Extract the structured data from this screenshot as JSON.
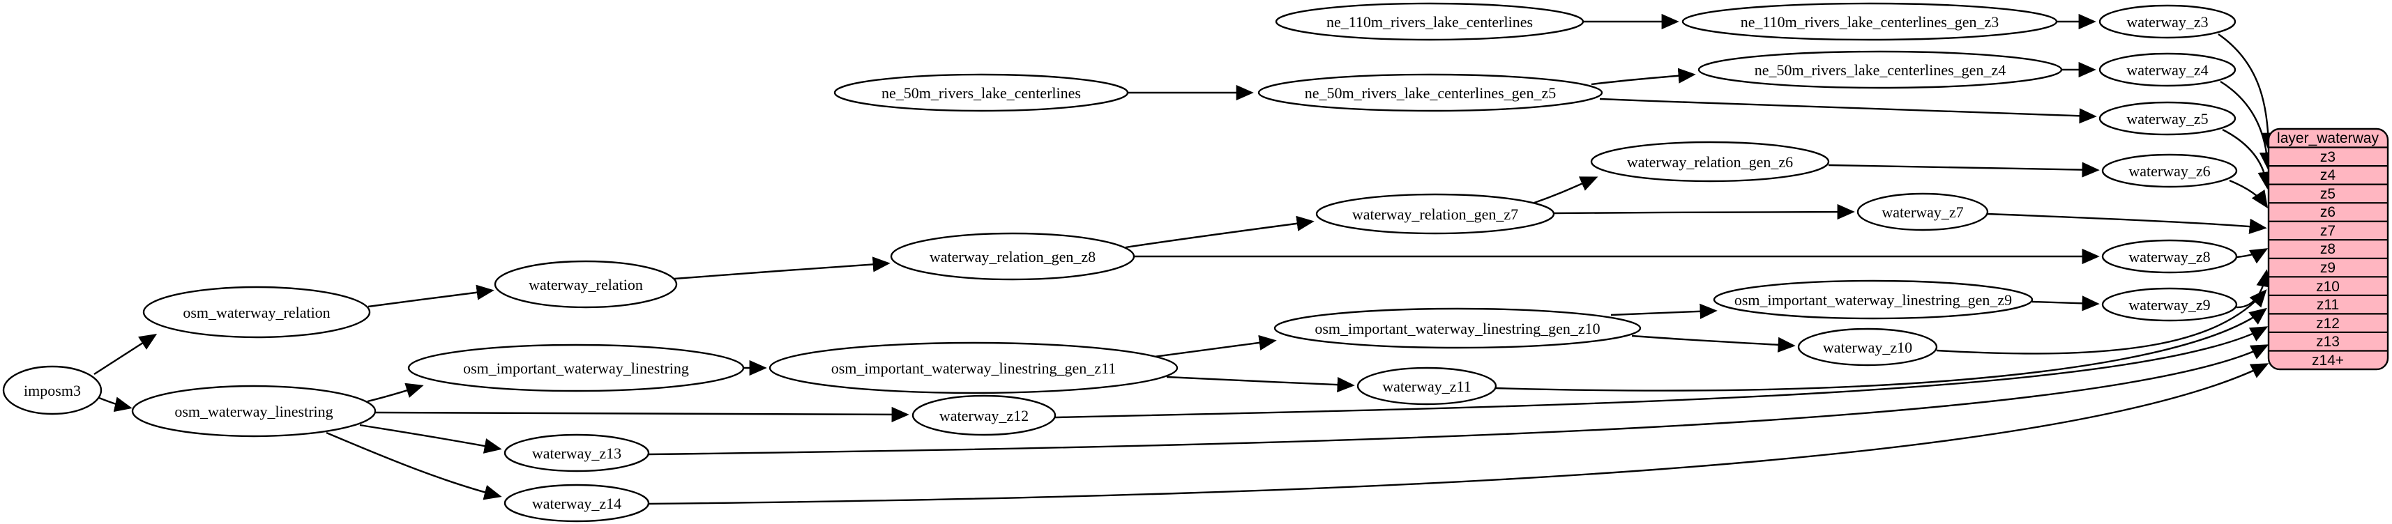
{
  "graph": {
    "nodes": {
      "imposm3": "imposm3",
      "osm_waterway_relation": "osm_waterway_relation",
      "osm_waterway_linestring": "osm_waterway_linestring",
      "waterway_relation": "waterway_relation",
      "osm_important_waterway_linestring": "osm_important_waterway_linestring",
      "waterway_relation_gen_z8": "waterway_relation_gen_z8",
      "waterway_relation_gen_z7": "waterway_relation_gen_z7",
      "waterway_relation_gen_z6": "waterway_relation_gen_z6",
      "osm_important_waterway_linestring_gen_z11": "osm_important_waterway_linestring_gen_z11",
      "osm_important_waterway_linestring_gen_z10": "osm_important_waterway_linestring_gen_z10",
      "osm_important_waterway_linestring_gen_z9": "osm_important_waterway_linestring_gen_z9",
      "ne_110m_rivers_lake_centerlines": "ne_110m_rivers_lake_centerlines",
      "ne_110m_rivers_lake_centerlines_gen_z3": "ne_110m_rivers_lake_centerlines_gen_z3",
      "ne_50m_rivers_lake_centerlines": "ne_50m_rivers_lake_centerlines",
      "ne_50m_rivers_lake_centerlines_gen_z4": "ne_50m_rivers_lake_centerlines_gen_z4",
      "ne_50m_rivers_lake_centerlines_gen_z5": "ne_50m_rivers_lake_centerlines_gen_z5",
      "waterway_z3": "waterway_z3",
      "waterway_z4": "waterway_z4",
      "waterway_z5": "waterway_z5",
      "waterway_z6": "waterway_z6",
      "waterway_z7": "waterway_z7",
      "waterway_z8": "waterway_z8",
      "waterway_z9": "waterway_z9",
      "waterway_z10": "waterway_z10",
      "waterway_z11": "waterway_z11",
      "waterway_z12": "waterway_z12",
      "waterway_z13": "waterway_z13",
      "waterway_z14": "waterway_z14"
    },
    "table": {
      "header": "layer_waterway",
      "rows": [
        "z3",
        "z4",
        "z5",
        "z6",
        "z7",
        "z8",
        "z9",
        "z10",
        "z11",
        "z12",
        "z13",
        "z14+"
      ]
    },
    "edges": [
      "imposm3->osm_waterway_relation",
      "imposm3->osm_waterway_linestring",
      "osm_waterway_relation->waterway_relation",
      "waterway_relation->waterway_relation_gen_z8",
      "waterway_relation_gen_z8->waterway_relation_gen_z7",
      "waterway_relation_gen_z7->waterway_relation_gen_z6",
      "waterway_relation_gen_z8->waterway_z8",
      "waterway_relation_gen_z7->waterway_z7",
      "waterway_relation_gen_z6->waterway_z6",
      "osm_waterway_linestring->osm_important_waterway_linestring",
      "osm_important_waterway_linestring->osm_important_waterway_linestring_gen_z11",
      "osm_important_waterway_linestring_gen_z11->osm_important_waterway_linestring_gen_z10",
      "osm_important_waterway_linestring_gen_z11->waterway_z11",
      "osm_important_waterway_linestring_gen_z10->osm_important_waterway_linestring_gen_z9",
      "osm_important_waterway_linestring_gen_z10->waterway_z10",
      "osm_important_waterway_linestring_gen_z9->waterway_z9",
      "osm_waterway_linestring->waterway_z12",
      "osm_waterway_linestring->waterway_z13",
      "osm_waterway_linestring->waterway_z14",
      "ne_110m_rivers_lake_centerlines->ne_110m_rivers_lake_centerlines_gen_z3",
      "ne_110m_rivers_lake_centerlines_gen_z3->waterway_z3",
      "ne_50m_rivers_lake_centerlines->ne_50m_rivers_lake_centerlines_gen_z5",
      "ne_50m_rivers_lake_centerlines_gen_z5->ne_50m_rivers_lake_centerlines_gen_z4",
      "ne_50m_rivers_lake_centerlines_gen_z5->waterway_z5",
      "ne_50m_rivers_lake_centerlines_gen_z4->waterway_z4",
      "waterway_z3->layer_waterway.z3",
      "waterway_z4->layer_waterway.z4",
      "waterway_z5->layer_waterway.z5",
      "waterway_z6->layer_waterway.z6",
      "waterway_z7->layer_waterway.z7",
      "waterway_z8->layer_waterway.z8",
      "waterway_z9->layer_waterway.z9",
      "waterway_z10->layer_waterway.z10",
      "waterway_z11->layer_waterway.z11",
      "waterway_z12->layer_waterway.z12",
      "waterway_z13->layer_waterway.z13",
      "waterway_z14->layer_waterway.z14+"
    ],
    "colors": {
      "table_fill": "#ffb6c1",
      "node_fill": "#ffffff",
      "stroke": "#000000",
      "background": "#ffffff"
    }
  }
}
